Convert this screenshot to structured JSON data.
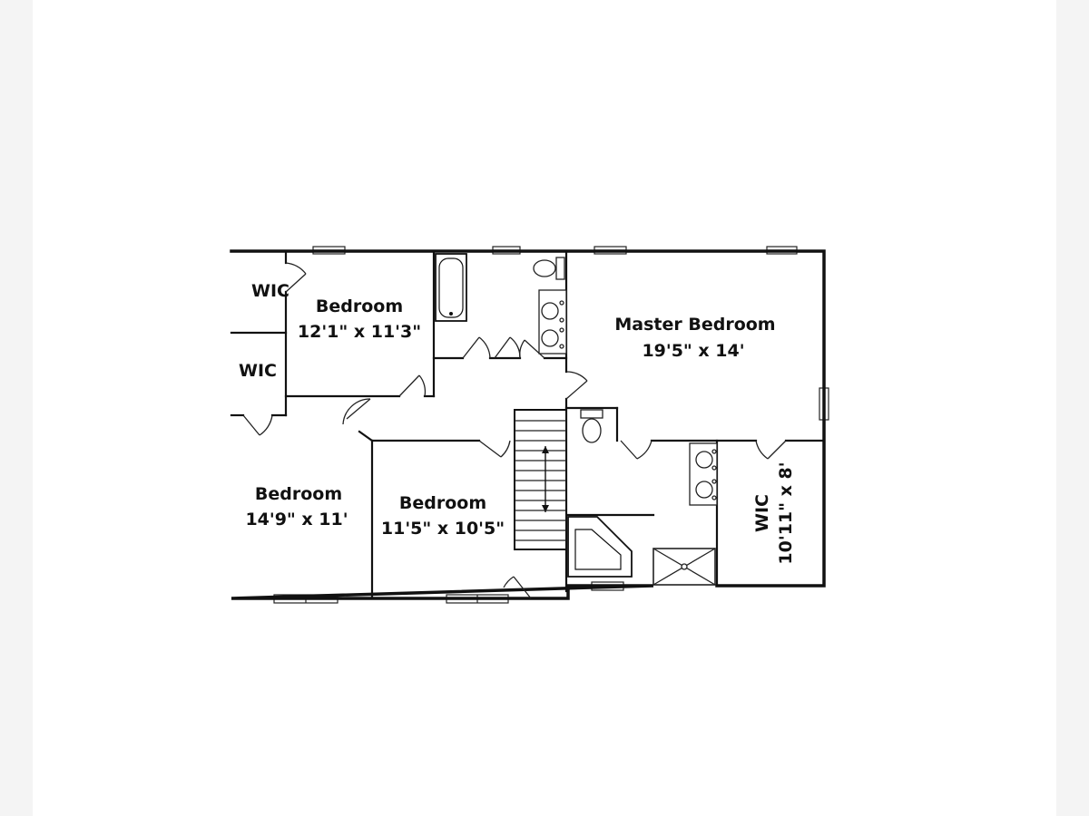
{
  "floor_plan": {
    "rooms": {
      "wic_top": {
        "name": "WIC"
      },
      "wic_mid": {
        "name": "WIC"
      },
      "bedroom_nw": {
        "name": "Bedroom",
        "size": "12'1\" x 11'3\""
      },
      "master": {
        "name": "Master Bedroom",
        "size": "19'5\" x 14'"
      },
      "bedroom_sw": {
        "name": "Bedroom",
        "size": "14'9\" x 11'"
      },
      "bedroom_s": {
        "name": "Bedroom",
        "size": "11'5\" x 10'5\""
      },
      "wic_master": {
        "name": "WIC",
        "size": "10'11\" x 8'"
      }
    },
    "colors": {
      "wall": "#111111",
      "background": "#ffffff",
      "page": "#f4f4f4"
    }
  }
}
